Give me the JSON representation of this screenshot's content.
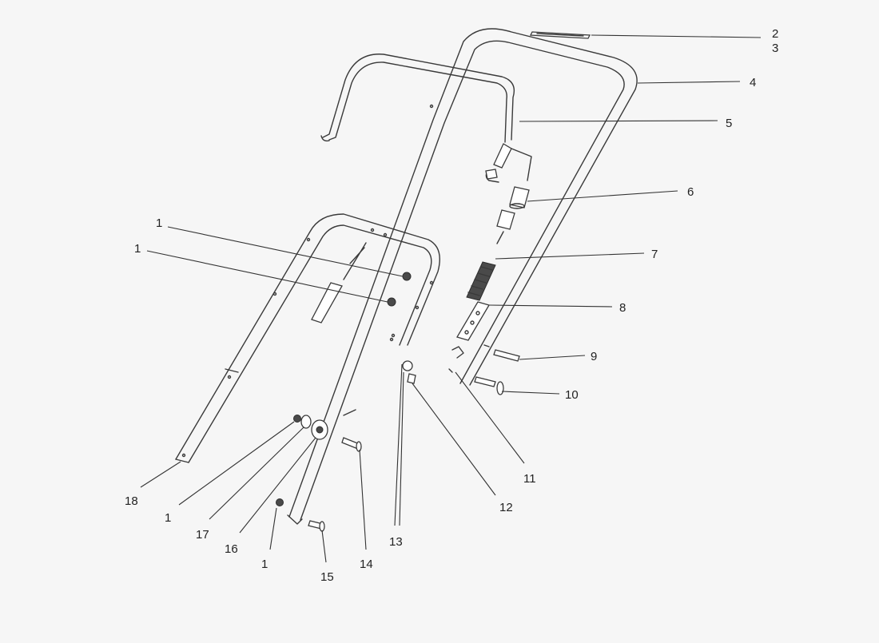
{
  "callouts": [
    {
      "id": "c1a",
      "label": "1"
    },
    {
      "id": "c1b",
      "label": "1"
    },
    {
      "id": "c2",
      "label": "2"
    },
    {
      "id": "c3",
      "label": "3"
    },
    {
      "id": "c4",
      "label": "4"
    },
    {
      "id": "c5",
      "label": "5"
    },
    {
      "id": "c6",
      "label": "6"
    },
    {
      "id": "c7",
      "label": "7"
    },
    {
      "id": "c8",
      "label": "8"
    },
    {
      "id": "c9",
      "label": "9"
    },
    {
      "id": "c10",
      "label": "10"
    },
    {
      "id": "c11",
      "label": "11"
    },
    {
      "id": "c12",
      "label": "12"
    },
    {
      "id": "c13",
      "label": "13"
    },
    {
      "id": "c14",
      "label": "14"
    },
    {
      "id": "c15",
      "label": "15"
    },
    {
      "id": "c16",
      "label": "16"
    },
    {
      "id": "c17",
      "label": "17"
    },
    {
      "id": "c18",
      "label": "18"
    },
    {
      "id": "c1c",
      "label": "1"
    },
    {
      "id": "c1d",
      "label": "1"
    }
  ]
}
